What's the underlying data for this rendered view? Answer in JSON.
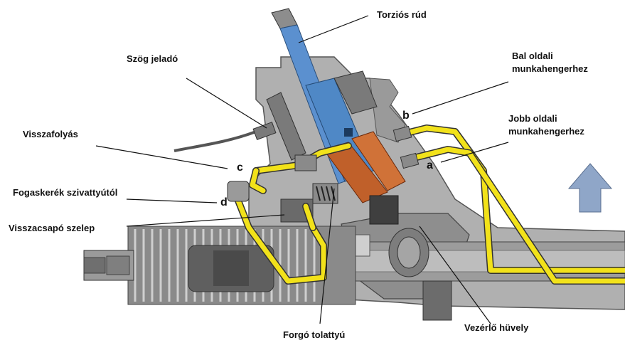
{
  "labels": {
    "torsion_bar": "Torziós rúd",
    "angle_sensor": "Szög jeladó",
    "left_cylinder_line1": "Bal oldali",
    "left_cylinder_line2": "munkahengerhez",
    "right_cylinder_line1": "Jobb  oldali",
    "right_cylinder_line2": "munkahengerhez",
    "return_flow": "Visszafolyás",
    "gear_pump": "Fogaskerék szivattyútól",
    "check_valve": "Visszacsapó szelep",
    "rotary_valve": "Forgó tolattyú",
    "control_sleeve": "Vezérlő hüvely"
  },
  "port_letters": {
    "a": "a",
    "b": "b",
    "c": "c",
    "d": "d"
  },
  "colors": {
    "housing": "#a9a9a9",
    "housing_dark": "#6e6e6e",
    "oil_line": "#f2e21a",
    "torsion_bar": "#4f88c6",
    "valve_copper": "#c0602a",
    "arrow": "#8fa6c8"
  }
}
